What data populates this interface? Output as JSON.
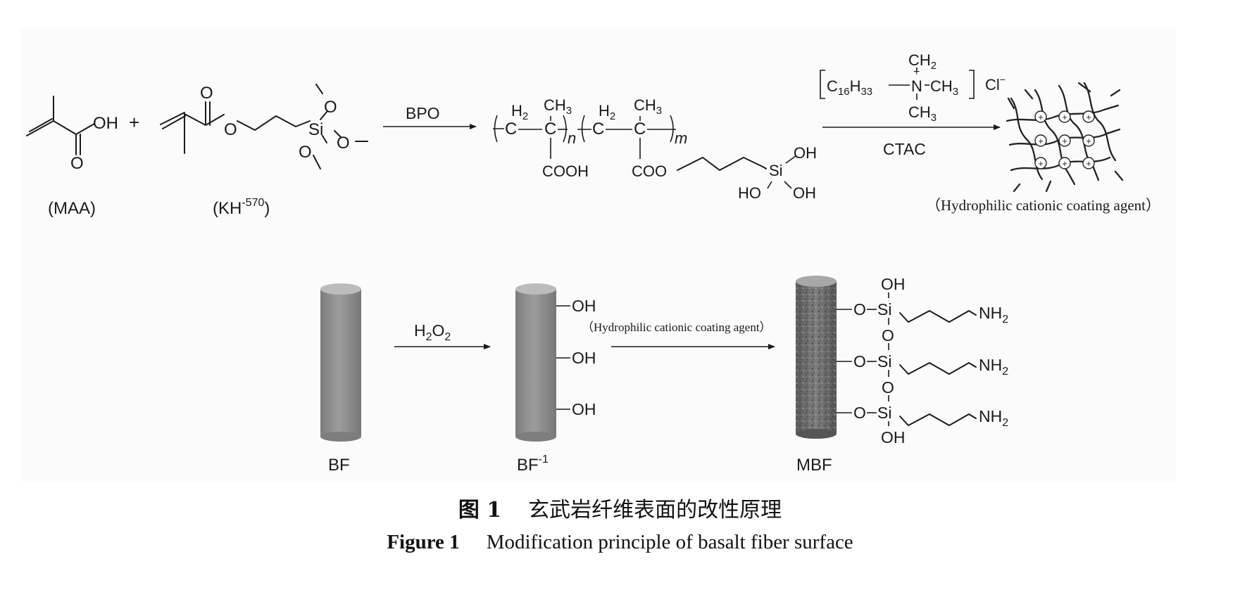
{
  "reaction1": {
    "maa": {
      "oh": "OH",
      "o": "O",
      "label": "(MAA)"
    },
    "plus": "+",
    "kh570": {
      "o": "O",
      "si": "Si",
      "label_base": "(KH",
      "label_sup": "-570",
      "label_end": ")"
    },
    "arrow1_reagent": "BPO",
    "polymer": {
      "c": "C",
      "h2": "H2",
      "ch3": "CH3",
      "n": "n",
      "m": "m",
      "cooh": "COOH",
      "coo": "COO",
      "si": "Si",
      "oh": "OH",
      "ho": "HO"
    },
    "ctac": {
      "c16h33": "C16H33",
      "n": "N",
      "plus": "+",
      "ch2": "CH2",
      "ch3": "CH3",
      "cl": "Cl",
      "cl_sup": "−",
      "name": "CTAC"
    },
    "product_label": "（Hydrophilic cationic coating agent）"
  },
  "reaction2": {
    "reagent1": "H2O2",
    "reagent2": "（Hydrophilic cationic coating agent）",
    "bf_label": "BF",
    "bf1_label_base": "BF",
    "bf1_label_sup": "-1",
    "mbf_label": "MBF",
    "oh": "OH",
    "o": "O",
    "si": "Si",
    "nh2": "NH2"
  },
  "caption": {
    "cn_number": "图 1",
    "cn_text": "玄武岩纤维表面的改性原理",
    "en_number": "Figure 1",
    "en_text": "Modification principle of basalt fiber surface"
  },
  "colors": {
    "fiber": "#8f8f8f",
    "fiber_top": "#b9b9b9",
    "mbf": "#707070",
    "panel": "#fafafa"
  }
}
